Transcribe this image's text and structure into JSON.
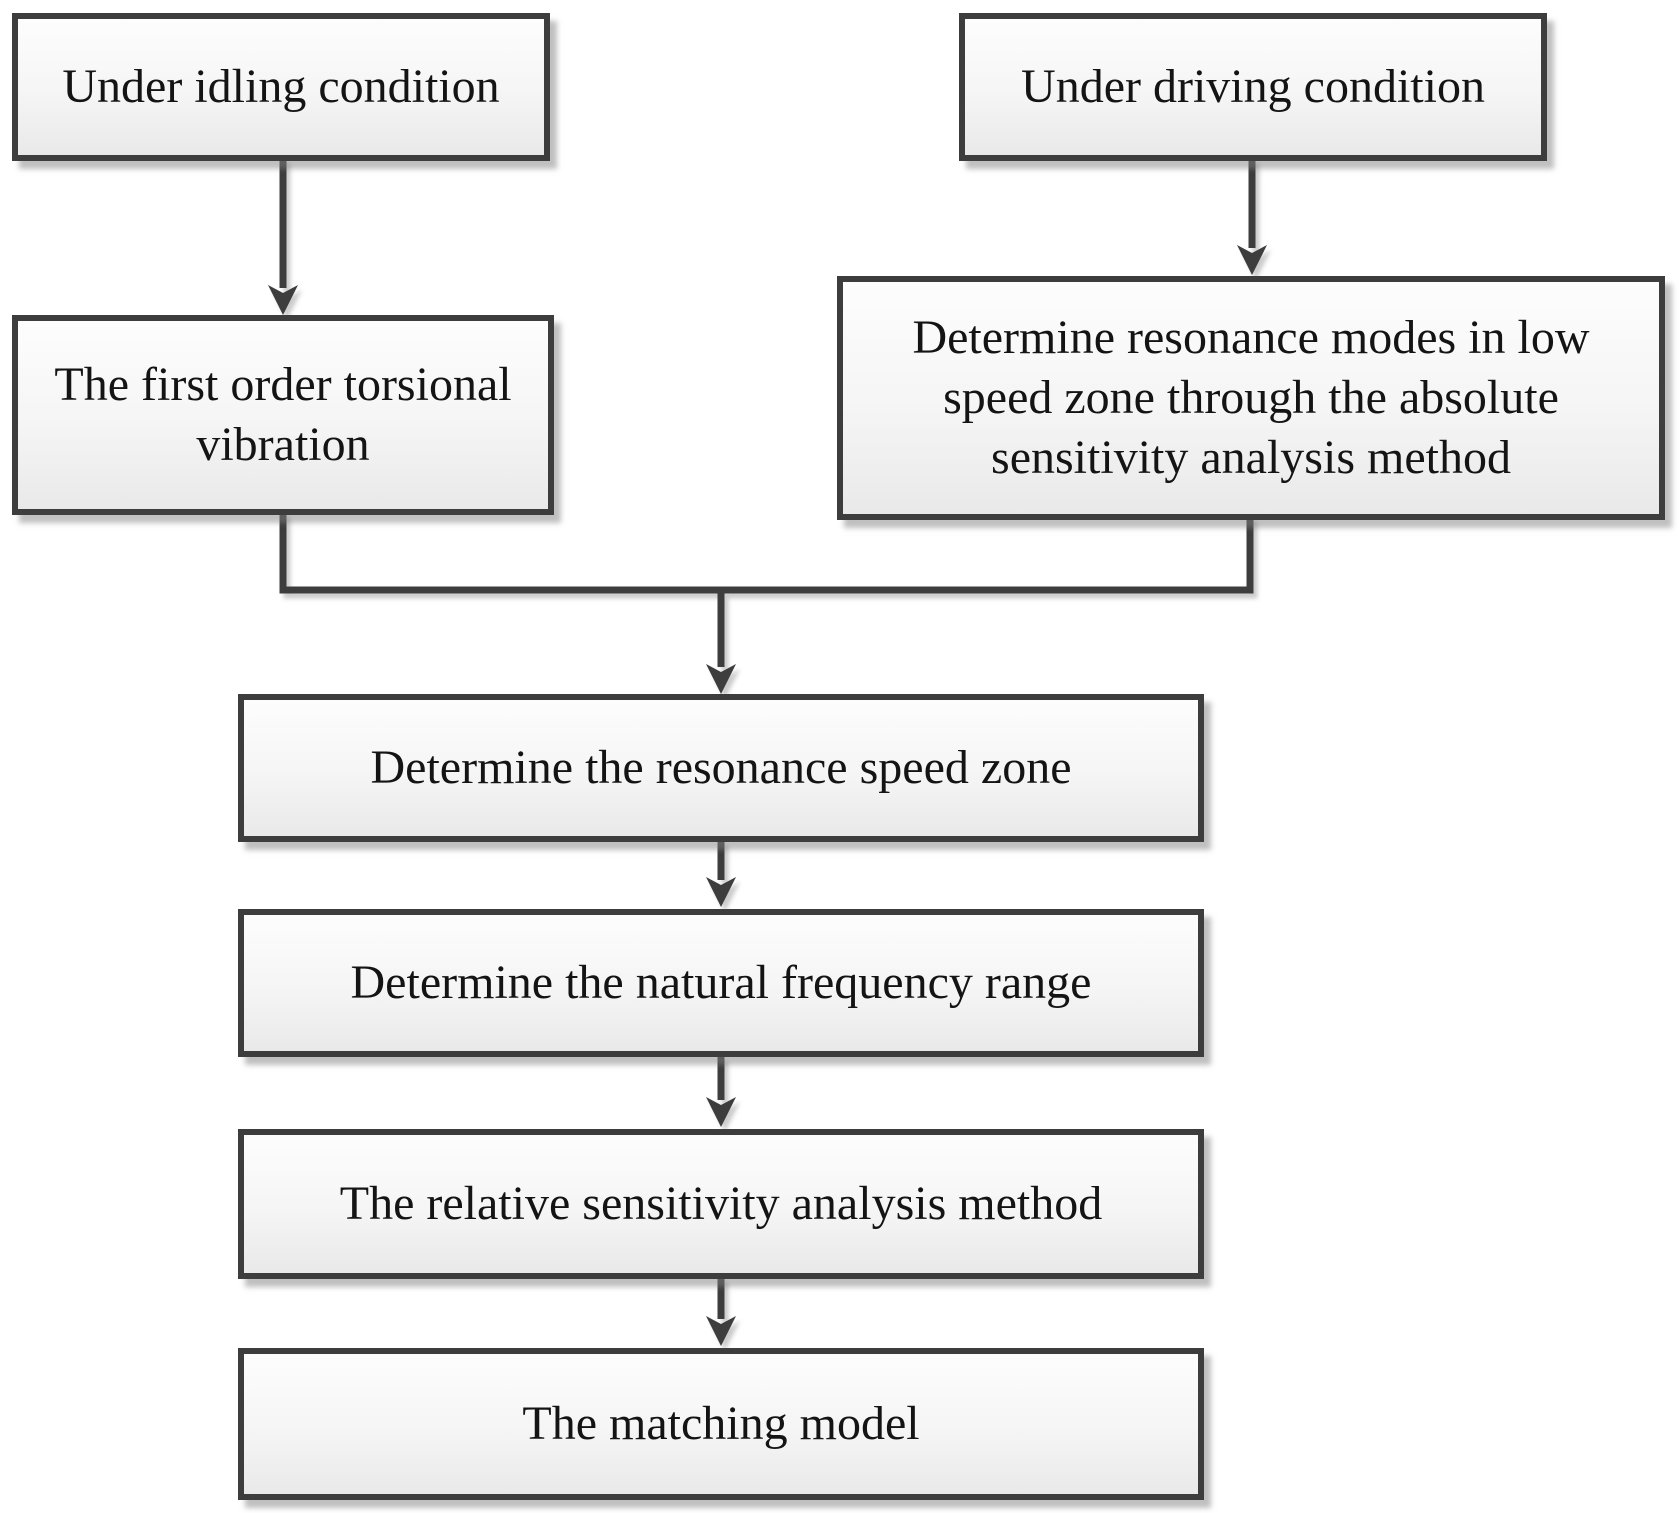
{
  "diagram": {
    "type": "flowchart",
    "colors": {
      "background": "#ffffff",
      "node_border": "#3d3d3d",
      "node_fill_top": "#fdfdfd",
      "node_fill_bottom": "#e9e9e9",
      "connector": "#3d3d3d",
      "text": "#141414",
      "shadow": "#8a8a8a"
    },
    "nodes": [
      {
        "id": "under-idling-condition",
        "lines": [
          "Under idling condition"
        ]
      },
      {
        "id": "under-driving-condition",
        "lines": [
          "Under driving condition"
        ]
      },
      {
        "id": "first-order-torsional-vibration",
        "lines": [
          "The first order torsional",
          "vibration"
        ]
      },
      {
        "id": "resonance-modes-low-speed",
        "lines": [
          "Determine resonance modes in low",
          "speed zone through the absolute",
          "sensitivity analysis method"
        ]
      },
      {
        "id": "resonance-speed-zone",
        "lines": [
          "Determine the resonance speed zone"
        ]
      },
      {
        "id": "natural-frequency-range",
        "lines": [
          "Determine the natural frequency range"
        ]
      },
      {
        "id": "relative-sensitivity-analysis",
        "lines": [
          "The relative sensitivity analysis method"
        ]
      },
      {
        "id": "matching-model",
        "lines": [
          "The matching model"
        ]
      }
    ],
    "edges": [
      {
        "from": "under-idling-condition",
        "to": "first-order-torsional-vibration"
      },
      {
        "from": "under-driving-condition",
        "to": "resonance-modes-low-speed"
      },
      {
        "from": "first-order-torsional-vibration",
        "to": "resonance-speed-zone"
      },
      {
        "from": "resonance-modes-low-speed",
        "to": "resonance-speed-zone"
      },
      {
        "from": "resonance-speed-zone",
        "to": "natural-frequency-range"
      },
      {
        "from": "natural-frequency-range",
        "to": "relative-sensitivity-analysis"
      },
      {
        "from": "relative-sensitivity-analysis",
        "to": "matching-model"
      }
    ]
  }
}
